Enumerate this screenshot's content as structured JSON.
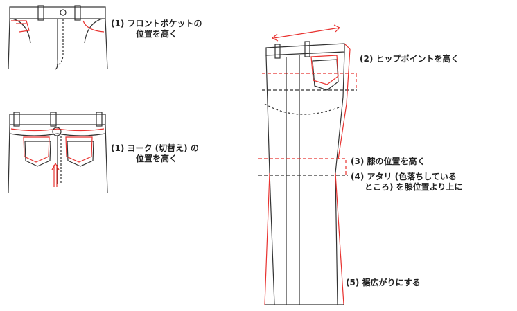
{
  "colors": {
    "line": "#333333",
    "accent": "#e8322f"
  },
  "annotations": {
    "front_pocket": {
      "line1": "(1) フロントポケットの",
      "line2": "位置を高く"
    },
    "yoke": {
      "line1": "(1) ヨーク (切替え) の",
      "line2": "位置を高く"
    },
    "hip_point": {
      "text": "(2) ヒップポイントを高く"
    },
    "knee": {
      "text": "(3) 膝の位置を高く"
    },
    "atari": {
      "line1": "(4) アタリ (色落ちしている",
      "line2": "ところ) を膝位置より上に"
    },
    "hem": {
      "text": "(5) 裾広がりにする"
    }
  }
}
